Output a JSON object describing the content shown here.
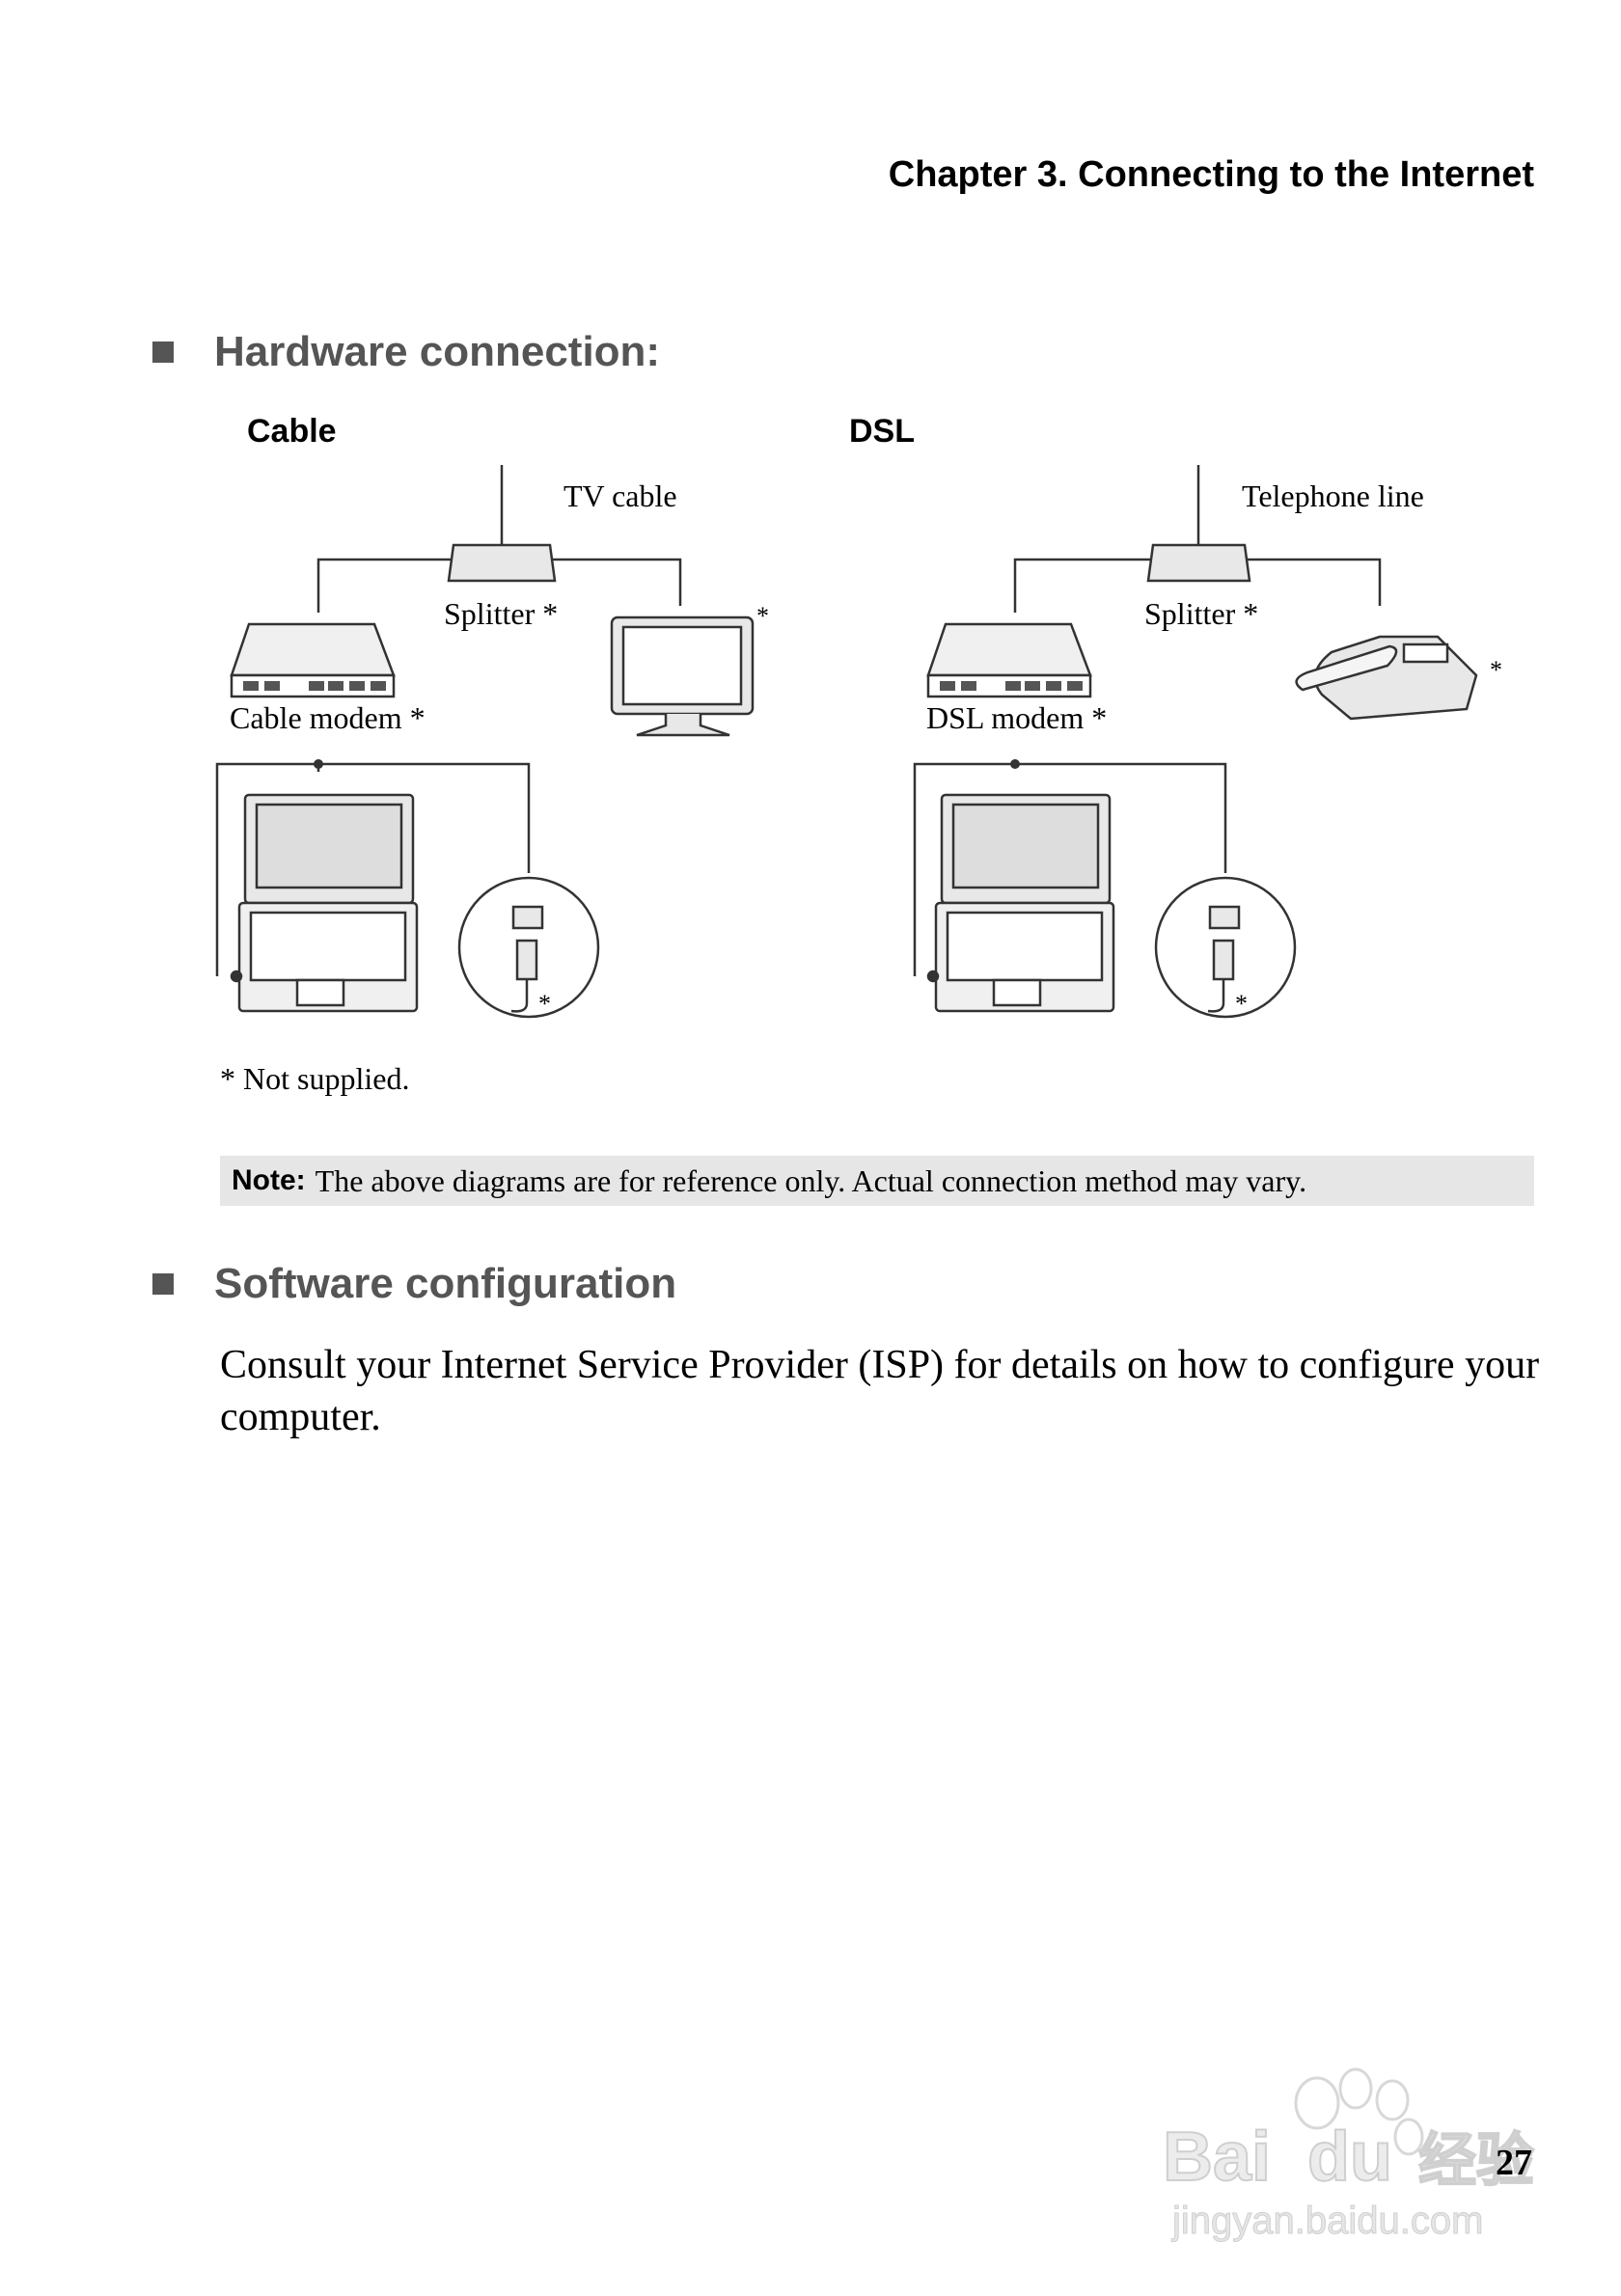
{
  "header": {
    "chapter_title": "Chapter 3. Connecting to the Internet"
  },
  "sections": {
    "hardware": {
      "heading": "Hardware connection:"
    },
    "software": {
      "heading": "Software configuration",
      "body": "Consult your Internet Service Provider (ISP) for details on how to configure your computer."
    }
  },
  "diagram": {
    "cable": {
      "title": "Cable",
      "line_label": "TV cable",
      "splitter_label": "Splitter *",
      "modem_label": "Cable modem *",
      "asterisk": "*"
    },
    "dsl": {
      "title": "DSL",
      "line_label": "Telephone line",
      "splitter_label": "Splitter *",
      "modem_label": "DSL modem *",
      "asterisk": "*"
    }
  },
  "footnote": "* Not supplied.",
  "note": {
    "label": "Note:",
    "text": "The above diagrams are for reference only. Actual connection method may vary."
  },
  "page_number": "27",
  "watermark": {
    "text": "Bai du 经验",
    "url": "jingyan.baidu.com"
  }
}
